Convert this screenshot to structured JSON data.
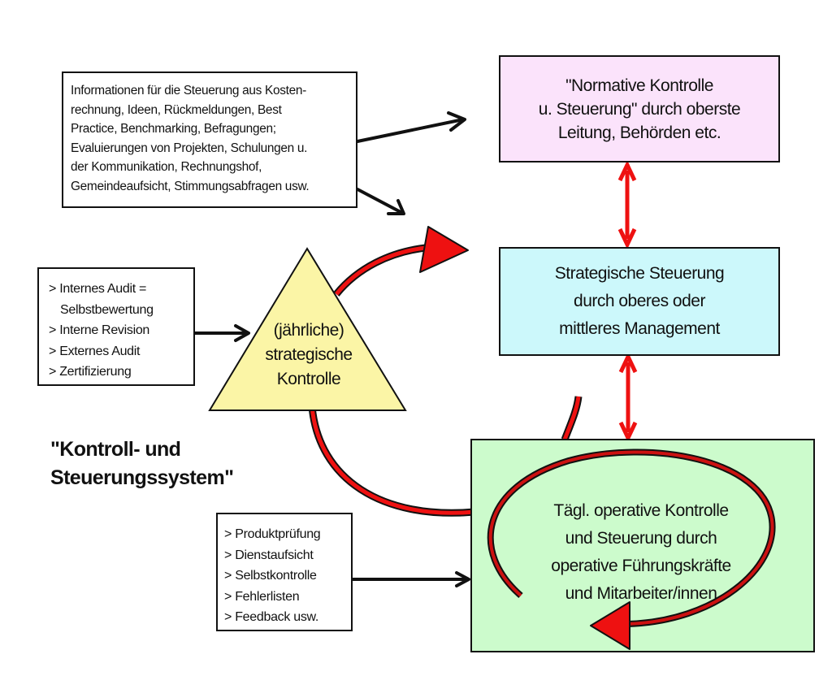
{
  "diagram": {
    "title_lines": [
      "\"Kontroll- und",
      "Steuerungssystem\""
    ],
    "colors": {
      "normative_fill": "#fbe3fb",
      "strategic_fill": "#ccf8fb",
      "operative_fill": "#ccfbcc",
      "triangle_fill": "#fbf5a6",
      "cycle_arrow": "#ee1111",
      "connector": "#111111"
    },
    "info_box": {
      "lines": [
        "Informationen für die Steuerung aus Kosten-",
        "rechnung, Ideen, Rückmeldungen, Best",
        "Practice, Benchmarking, Befragungen;",
        "Evaluierungen von Projekten, Schulungen u.",
        "der Kommunikation, Rechnungshof,",
        "Gemeindeaufsicht, Stimmungsabfragen usw."
      ]
    },
    "normative_box": {
      "lines": [
        "\"Normative Kontrolle",
        "u. Steuerung\" durch oberste",
        "Leitung, Behörden etc."
      ]
    },
    "strategic_box": {
      "lines": [
        "Strategische Steuerung",
        "durch oberes oder",
        "mittleres Management"
      ]
    },
    "operative_box": {
      "lines": [
        "Tägl. operative Kontrolle",
        "und Steuerung durch",
        "operative Führungskräfte",
        "und Mitarbeiter/innen"
      ]
    },
    "triangle": {
      "lines": [
        "(jährliche)",
        "strategische",
        "Kontrolle"
      ]
    },
    "audit_box": {
      "items": [
        {
          "bullet": ">",
          "text": "Internes Audit ="
        },
        {
          "bullet": "",
          "text": "Selbstbewertung"
        },
        {
          "bullet": ">",
          "text": "Interne Revision"
        },
        {
          "bullet": ">",
          "text": "Externes Audit"
        },
        {
          "bullet": ">",
          "text": "Zertifizierung"
        }
      ]
    },
    "product_box": {
      "items": [
        {
          "bullet": ">",
          "text": "Produktprüfung"
        },
        {
          "bullet": ">",
          "text": "Dienstaufsicht"
        },
        {
          "bullet": ">",
          "text": "Selbstkontrolle"
        },
        {
          "bullet": ">",
          "text": "Fehlerlisten"
        },
        {
          "bullet": ">",
          "text": "Feedback usw."
        }
      ]
    }
  }
}
